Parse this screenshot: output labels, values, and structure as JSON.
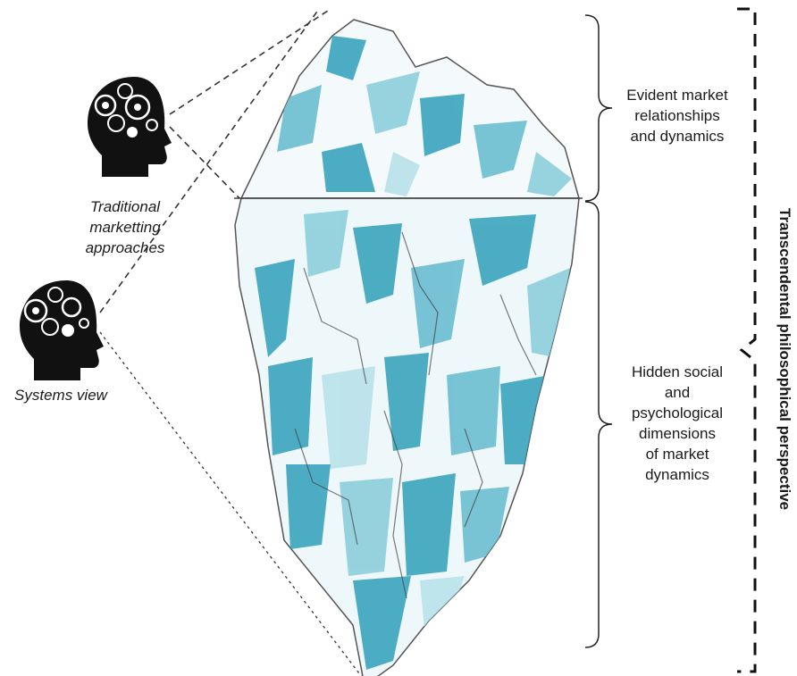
{
  "labels": {
    "traditional": [
      "Traditional",
      "marketting",
      "approaches"
    ],
    "systems": "Systems view",
    "evident": [
      "Evident market",
      "relationships",
      "and dynamics"
    ],
    "hidden": [
      "Hidden social",
      "and",
      "psychological",
      "dimensions",
      "of market",
      "dynamics"
    ],
    "perspective": "Transcendental philosophical perspective"
  },
  "colors": {
    "ice_blue": "#3aa4bd",
    "ice_light": "#b9e1ea",
    "head": "#111111",
    "line": "#333333"
  },
  "icons": [
    "head-gears-icon",
    "head-gears-icon"
  ]
}
